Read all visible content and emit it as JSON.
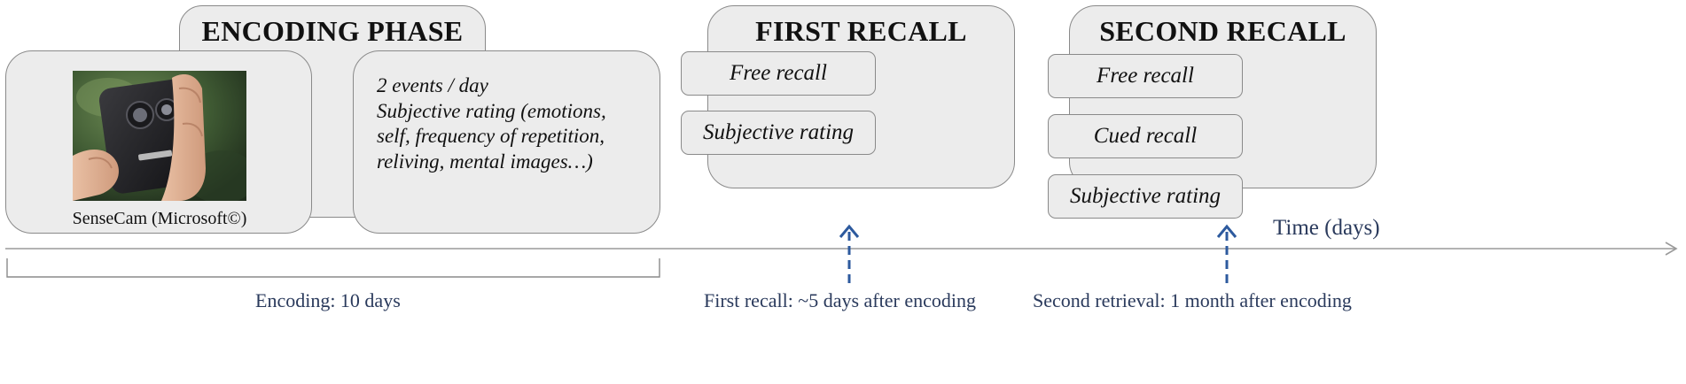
{
  "encoding_phase": {
    "title": "ENCODING PHASE",
    "camera_caption": "SenseCam (Microsoft©)",
    "description_lines": [
      "2 events / day",
      "Subjective rating (emotions,",
      "self, frequency of repetition,",
      "reliving, mental images…)"
    ]
  },
  "first_recall": {
    "title": "FIRST RECALL",
    "tasks": [
      "Free recall",
      "Subjective rating"
    ]
  },
  "second_recall": {
    "title": "SECOND RECALL",
    "tasks": [
      "Free recall",
      "Cued recall",
      "Subjective rating"
    ]
  },
  "timeline": {
    "axis_label": "Time (days)",
    "encoding_label": "Encoding: 10 days",
    "first_recall_label": "First recall: ~5 days after encoding",
    "second_retrieval_label": "Second retrieval: 1 month after encoding"
  },
  "colors": {
    "box_fill": "#ececec",
    "box_border": "#8a8a8a",
    "arrow_blue": "#2d5a9e",
    "label_navy": "#2a3a5c"
  }
}
